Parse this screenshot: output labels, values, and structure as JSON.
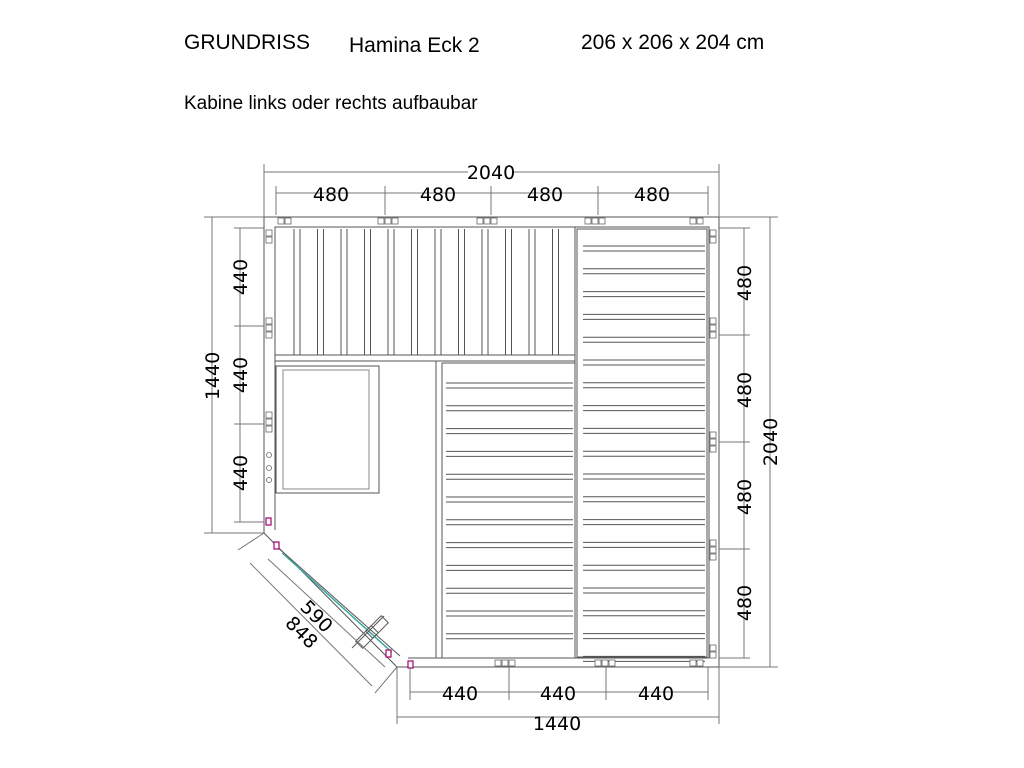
{
  "header": {
    "title": "GRUNDRISS",
    "model": "Hamina Eck 2",
    "size": "206 x 206 x 204 cm",
    "note": "Kabine links oder rechts aufbaubar"
  },
  "dimensions": {
    "top_total": "2040",
    "top_segments": [
      "480",
      "480",
      "480",
      "480"
    ],
    "left_total": "1440",
    "left_segments": [
      "440",
      "440",
      "440"
    ],
    "right_total": "2040",
    "right_segments": [
      "480",
      "480",
      "480",
      "480"
    ],
    "bottom_total": "1440",
    "bottom_segments": [
      "440",
      "440",
      "440"
    ],
    "diagonal_inner": "590",
    "diagonal_outer": "848"
  }
}
